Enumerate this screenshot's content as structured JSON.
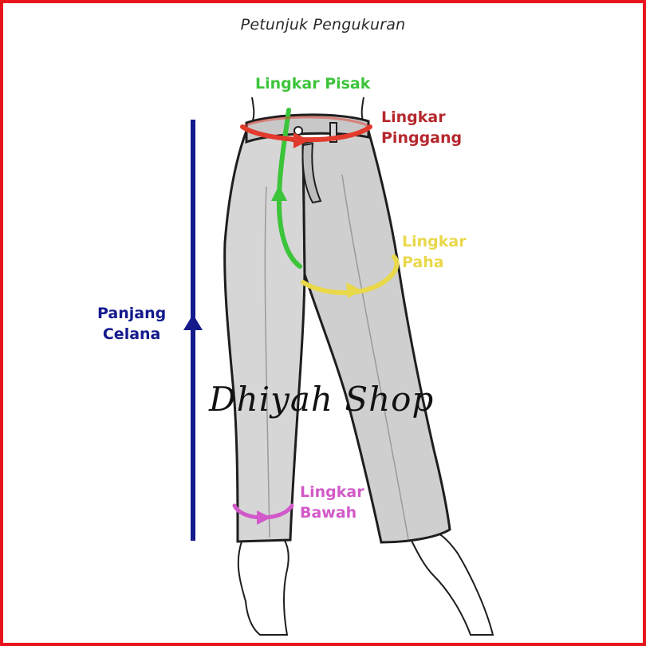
{
  "title": "Petunjuk Pengukuran",
  "watermark": "Dhiyah Shop",
  "measurements": {
    "lingkar_pisak": {
      "line1": "Lingkar Pisak",
      "color": "#3cc43a"
    },
    "lingkar_pinggang": {
      "line1": "Lingkar",
      "line2": "Pinggang",
      "color": "#b5282e"
    },
    "lingkar_paha": {
      "line1": "Lingkar",
      "line2": "Paha",
      "color": "#e9d84a"
    },
    "lingkar_bawah": {
      "line1": "Lingkar",
      "line2": "Bawah",
      "color": "#d259c9"
    },
    "panjang_celana": {
      "line1": "Panjang",
      "line2": "Celana",
      "color": "#141a8c"
    }
  },
  "colors": {
    "border": "#e8141c",
    "waist_arrow": "#e23a2c",
    "pants_fill": "#d6d6d6",
    "outline": "#1e1e1e"
  }
}
